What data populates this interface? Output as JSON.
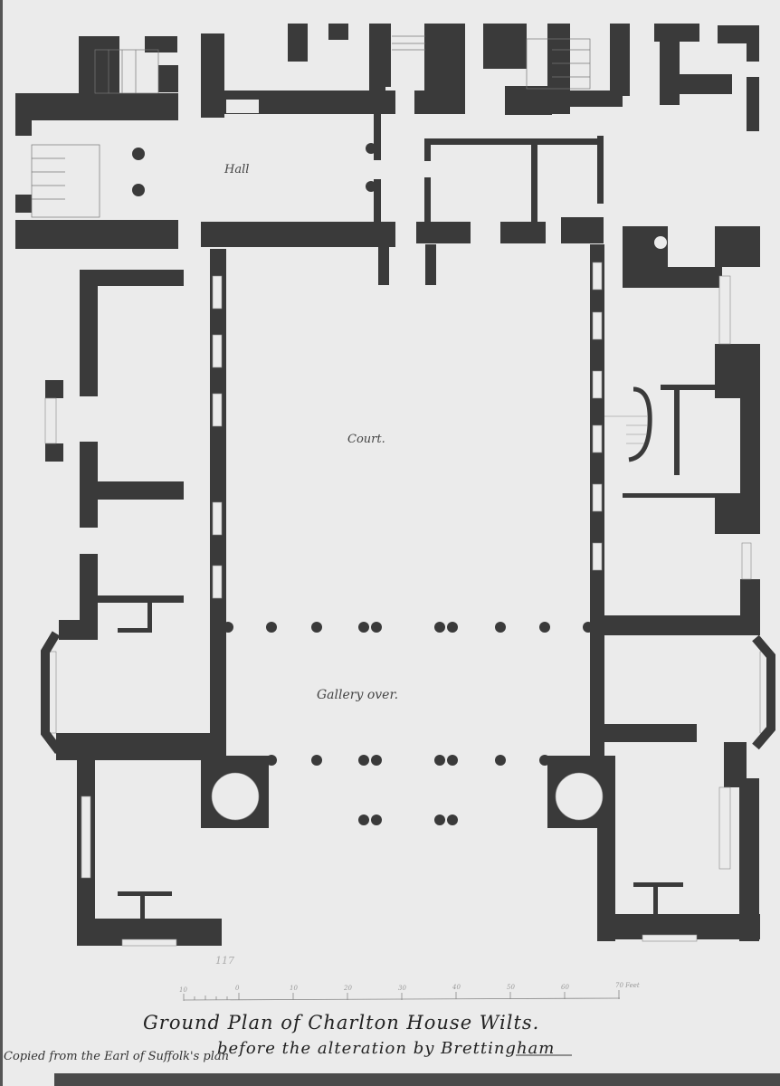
{
  "document": {
    "type": "architectural-floor-plan",
    "title_line_1": "Ground Plan of Charlton House Wilts.",
    "title_line_2": "before the alteration by Brettingham",
    "note": "Copied from the Earl of Suffolk's plan",
    "sheet_number": "117"
  },
  "rooms": {
    "hall": "Hall",
    "court": "Court.",
    "gallery": "Gallery over."
  },
  "scale_bar": {
    "unit_label": "Feet",
    "ticks": [
      "10",
      "0",
      "10",
      "20",
      "30",
      "40",
      "50",
      "60",
      "70 Feet"
    ]
  },
  "colors": {
    "paper": "#ebebeb",
    "wall": "#3a3a3a",
    "ink": "#222222"
  }
}
